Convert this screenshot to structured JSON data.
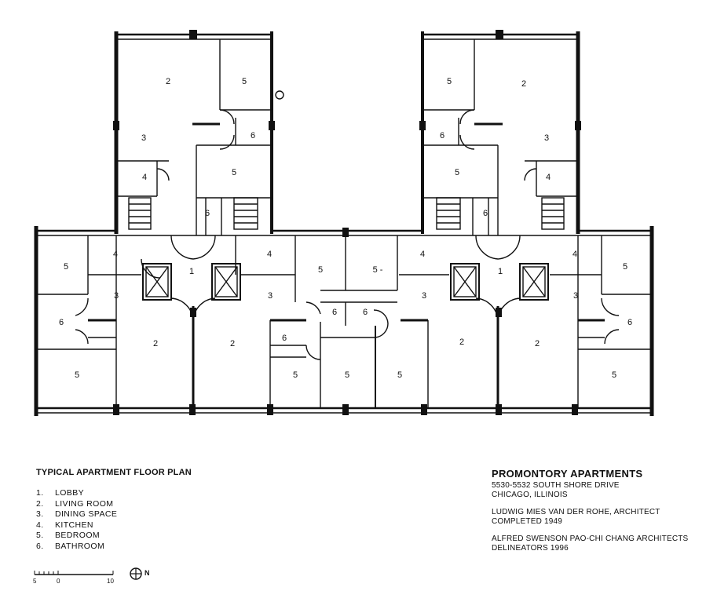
{
  "plan": {
    "room_labels": [
      "1",
      "2",
      "3",
      "4",
      "5",
      "6"
    ],
    "label_variant_5": "5 -"
  },
  "legend": {
    "title": "TYPICAL APARTMENT FLOOR PLAN",
    "items": [
      {
        "num": "1.",
        "name": "LOBBY"
      },
      {
        "num": "2.",
        "name": "LIVING ROOM"
      },
      {
        "num": "3.",
        "name": "DINING SPACE"
      },
      {
        "num": "4.",
        "name": "KITCHEN"
      },
      {
        "num": "5.",
        "name": "BEDROOM"
      },
      {
        "num": "6.",
        "name": "BATHROOM"
      }
    ]
  },
  "credits": {
    "title": "PROMONTORY APARTMENTS",
    "address1": "5530-5532 SOUTH SHORE DRIVE",
    "address2": "CHICAGO, ILLINOIS",
    "architect": "LUDWIG MIES VAN DER ROHE, ARCHITECT",
    "completed": "COMPLETED 1949",
    "delineator_firm": "ALFRED SWENSON PAO-CHI CHANG ARCHITECTS",
    "delineators": "DELINEATORS  1996"
  },
  "scale": {
    "labels": [
      "5",
      "0",
      "10"
    ]
  },
  "north": {
    "label": "N"
  }
}
